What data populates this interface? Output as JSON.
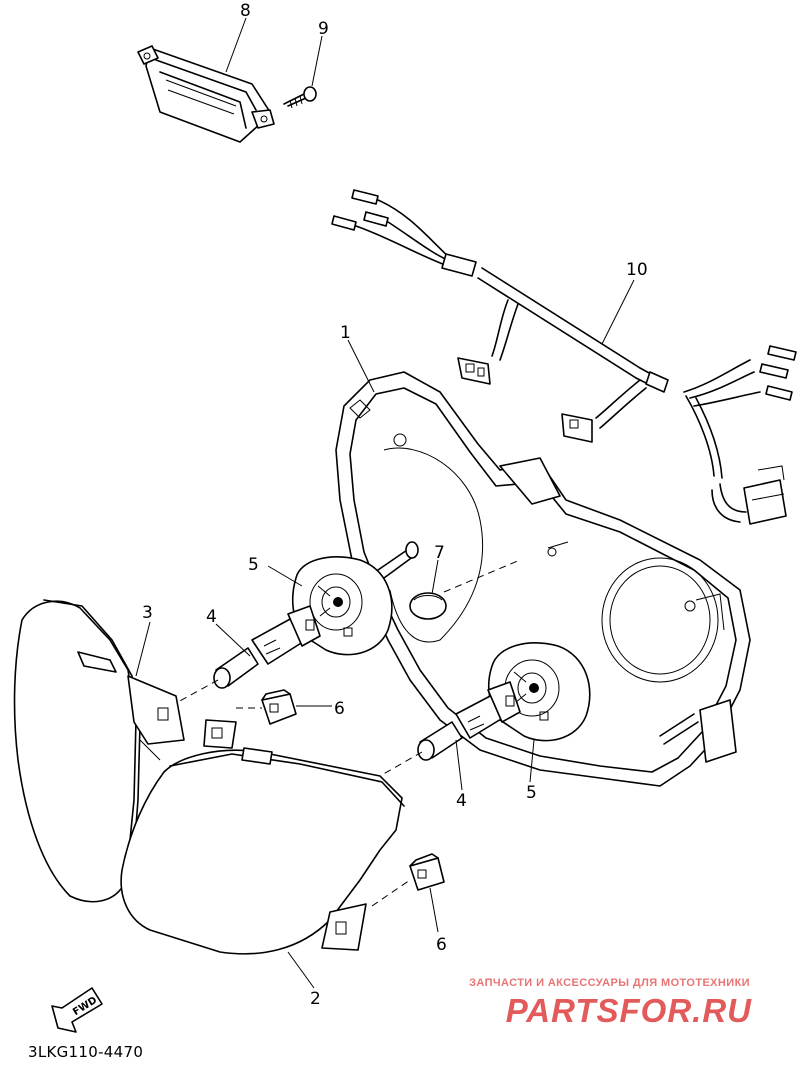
{
  "diagram": {
    "drawing_code": "3LKG110-4470",
    "fwd_label": "FWD",
    "watermark": {
      "tagline": "ЗАПЧАСТИ И АКСЕССУАРЫ ДЛЯ МОТОТЕХНИКИ",
      "brand": "PARTSFOR.RU"
    },
    "callouts": {
      "c1": "1",
      "c2": "2",
      "c3": "3",
      "c4a": "4",
      "c4b": "4",
      "c5a": "5",
      "c5b": "5",
      "c6a": "6",
      "c6b": "6",
      "c7": "7",
      "c8": "8",
      "c9": "9",
      "c10": "10"
    }
  }
}
